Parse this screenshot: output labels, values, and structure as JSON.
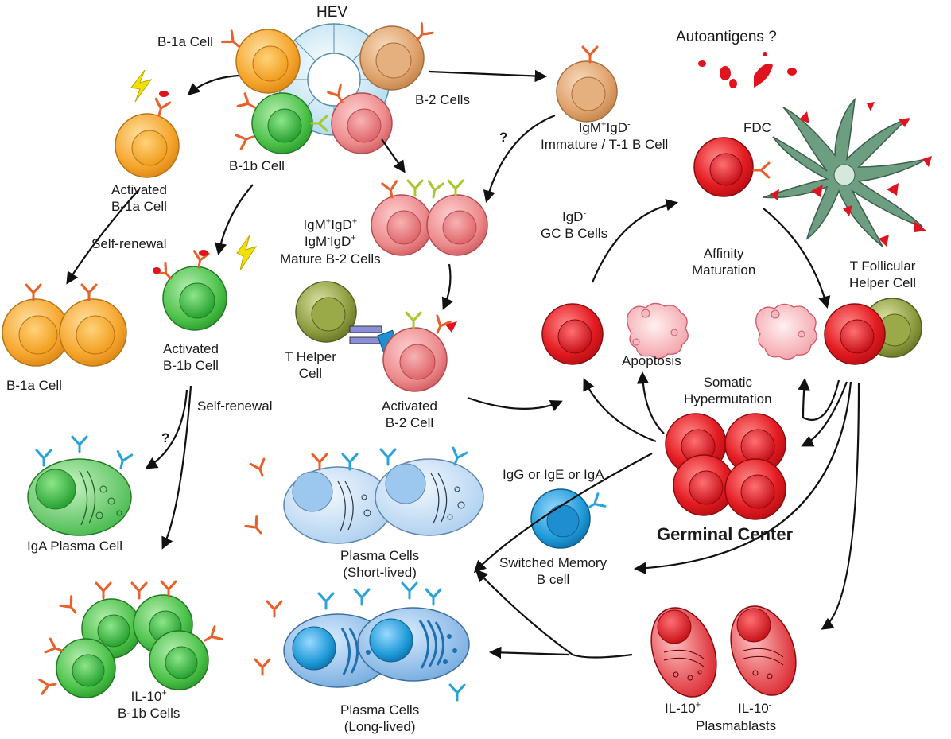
{
  "labels": {
    "hev": "HEV",
    "autoantigens": "Autoantigens ?",
    "b1a_cell_top": "B-1a Cell",
    "b1b_cell_top": "B-1b Cell",
    "b2_cells": "B-2 Cells",
    "immature_line1": "IgM",
    "immature_sup1": "+",
    "immature_line1b": "IgD",
    "immature_sup2": "-",
    "immature_line2": "Immature / T-1 B Cell",
    "question_mark": "?",
    "fdc": "FDC",
    "activated_b1a_line1": "Activated",
    "activated_b1a_line2": "B-1a Cell",
    "self_renewal_1": "Self-renewal",
    "self_renewal_2": "Self-renewal",
    "mature_b2_l1a": "IgM",
    "mature_b2_l1b": "IgD",
    "mature_b2_l2a": "IgM",
    "mature_b2_l2b": "IgD",
    "mature_b2_l3": "Mature B-2 Cells",
    "sup_plus": "+",
    "sup_minus": "-",
    "igd_gc_l1": "IgD",
    "igd_gc_l2": "GC B Cells",
    "affinity_l1": "Affinity",
    "affinity_l2": "Maturation",
    "tfh_l1": "T Follicular",
    "tfh_l2": "Helper Cell",
    "b1a_cell_bottom": "B-1a Cell",
    "activated_b1b_l1": "Activated",
    "activated_b1b_l2": "B-1b Cell",
    "t_helper_l1": "T Helper",
    "t_helper_l2": "Cell",
    "activated_b2_l1": "Activated",
    "activated_b2_l2": "B-2 Cell",
    "apoptosis": "Apoptosis",
    "somatic_l1": "Somatic",
    "somatic_l2": "Hypermutation",
    "iga_plasma": "IgA Plasma Cell",
    "plasma_short_l1": "Plasma Cells",
    "plasma_short_l2": "(Short-lived)",
    "igg_ige_iga": "IgG or IgE or IgA",
    "germinal_center": "Germinal Center",
    "switched_l1": "Switched Memory",
    "switched_l2": "B cell",
    "il10_b1b_l1": "IL-10",
    "il10_b1b_l2": "B-1b Cells",
    "plasma_long_l1": "Plasma Cells",
    "plasma_long_l2": "(Long-lived)",
    "il10_plus": "IL-10",
    "il10_minus": "IL-10",
    "plasmablasts": "Plasmablasts"
  },
  "colors": {
    "b1a": "#f5a52a",
    "b1b": "#3db83d",
    "b2": "#e8787a",
    "immature": "#d99a5e",
    "gc": "#e0141e",
    "plasma_blue": "#8fc3ec",
    "memory": "#1b9ad6",
    "thelper": "#8a9a3a",
    "fdc": "#5e8f72",
    "antigen": "#e0141e",
    "ab_orange": "#e8602a",
    "ab_blue": "#2aa3d9",
    "ab_green": "#a8c832"
  }
}
